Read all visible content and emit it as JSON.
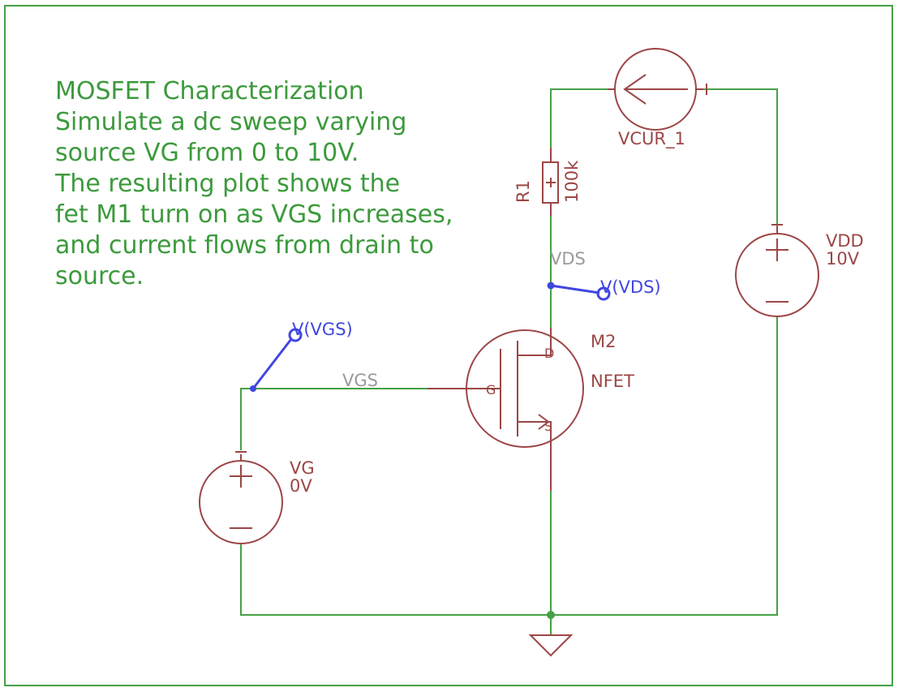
{
  "note": {
    "lines": [
      "MOSFET Characterization",
      "Simulate a dc sweep varying",
      "source VG from 0 to 10V.",
      "The resulting plot shows the",
      "fet M1 turn on as VGS increases,",
      "and current flows from drain to",
      "source."
    ]
  },
  "components": {
    "current_source": {
      "name": "VCUR_1"
    },
    "resistor": {
      "name": "R1",
      "value": "100k"
    },
    "vdd": {
      "name": "VDD",
      "value": "10V"
    },
    "vg": {
      "name": "VG",
      "value": "0V"
    },
    "mosfet": {
      "name": "M2",
      "type": "NFET",
      "pin_g": "G",
      "pin_d": "D",
      "pin_s": "S"
    }
  },
  "nets": {
    "vds": "VDS",
    "vgs": "VGS"
  },
  "probes": {
    "vds": "V(VDS)",
    "vgs": "V(VGS)"
  },
  "colors": {
    "wire": "#46a046",
    "component": "#9c4646",
    "probe": "#4046e0",
    "note": "#3c9a3c",
    "net_label": "#9a9a9a"
  }
}
